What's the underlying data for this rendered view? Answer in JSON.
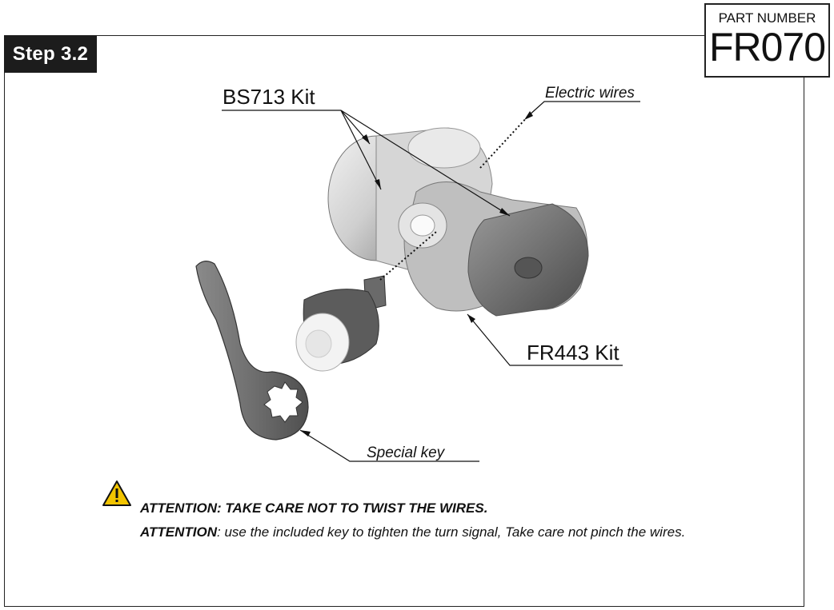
{
  "header": {
    "step_label": "Step 3.2",
    "part_number_label": "PART NUMBER",
    "part_number_value": "FR070"
  },
  "diagram": {
    "labels": {
      "bs713_kit": "BS713 Kit",
      "electric_wires": "Electric wires",
      "fr443_kit": "FR443 Kit",
      "special_key": "Special key"
    }
  },
  "attention": {
    "line1": "ATTENTION: TAKE CARE NOT TO TWIST THE WIRES.",
    "line2_prefix": "ATTENTION",
    "line2_text": ": use the included key to tighten the turn signal, Take care not pinch the wires."
  },
  "icons": {
    "warning": "warning-triangle-icon"
  }
}
